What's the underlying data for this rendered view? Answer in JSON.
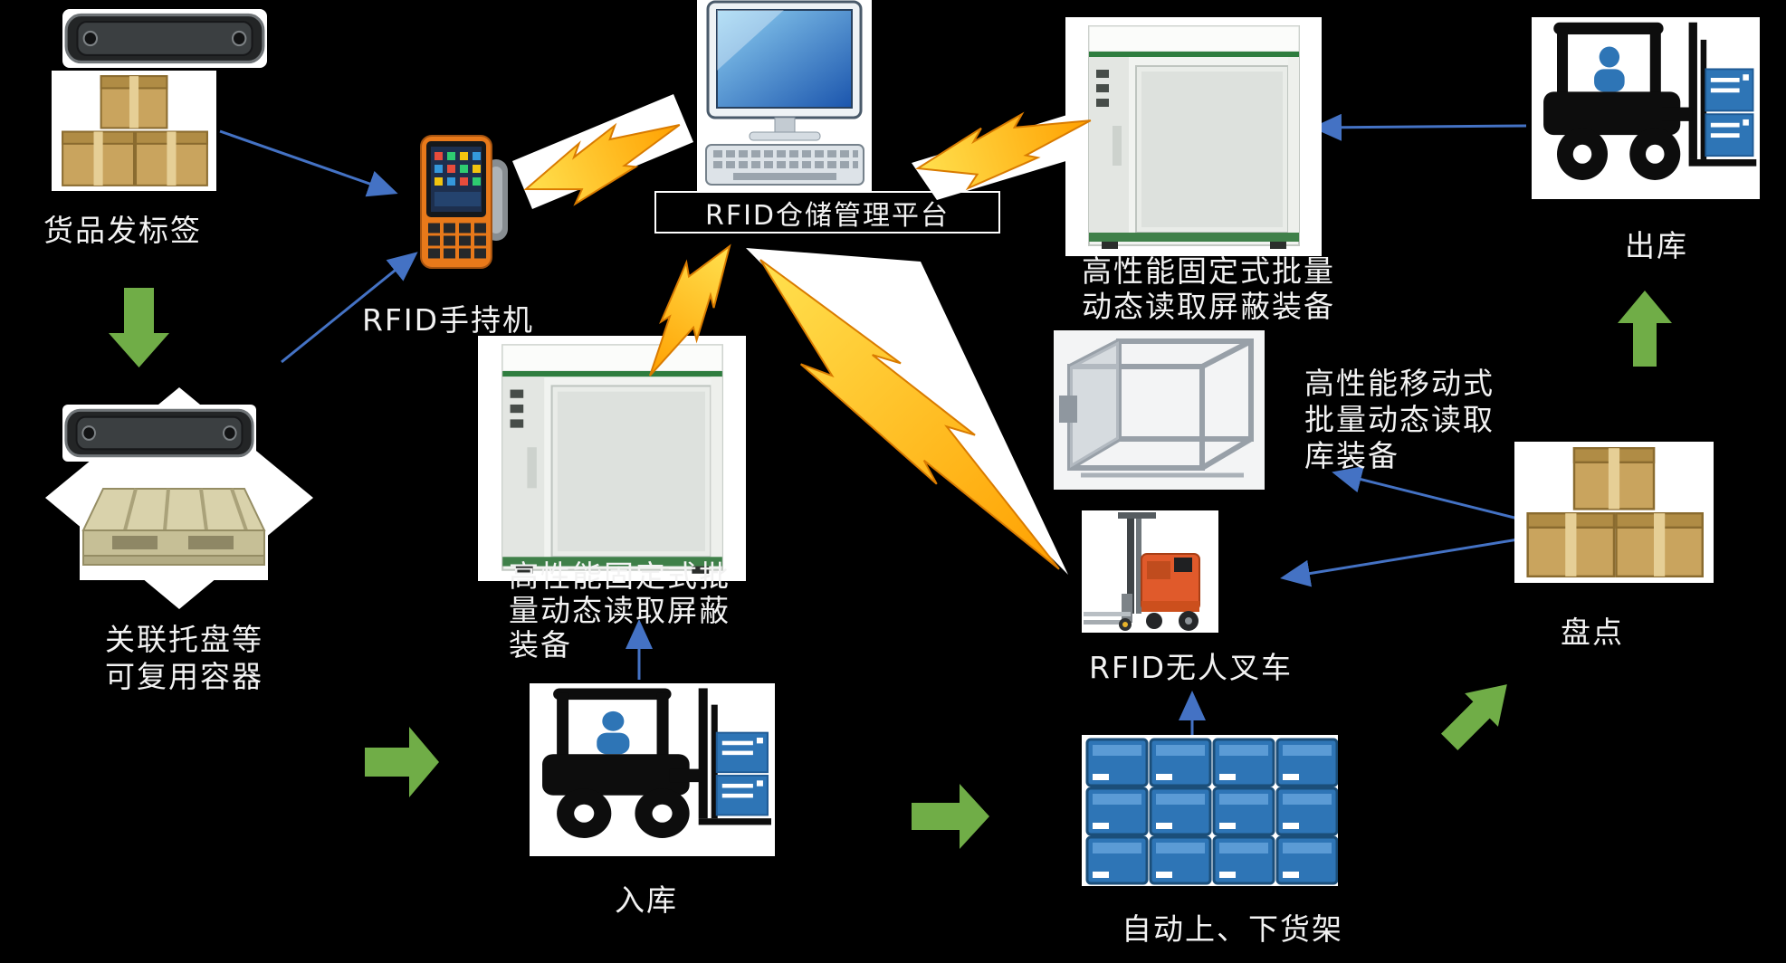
{
  "title": {
    "platform": "RFID仓储管理平台"
  },
  "labels": {
    "goods_tag": "货品发标签",
    "handheld": "RFID手持机",
    "reusable_l1": "关联托盘等",
    "reusable_l2": "可复用容器",
    "gate_right_l1": "高性能固定式批量",
    "gate_right_l2": "动态读取屏蔽装备",
    "outbound": "出库",
    "gate_center_l1": "高性能固定式批",
    "gate_center_l2": "量动态读取屏蔽",
    "gate_center_l3": "装备",
    "mobile_l1": "高性能移动式",
    "mobile_l2": "批量动态读取",
    "mobile_l3": "库装备",
    "agv": "RFID无人叉车",
    "inbound": "入库",
    "racking": "自动上、下货架",
    "stocktake": "盘点"
  },
  "colors": {
    "background": "#000000",
    "text": "#f2f2f2",
    "blue_arrow": "#4472c4",
    "green_arrow": "#70ad47",
    "lightning_yellow": "#ffdf4f",
    "lightning_orange": "#f59b00",
    "forklift_blue": "#2e75b6",
    "carton_tan": "#c9a45e",
    "gate_green": "#2f7d3f",
    "agv_orange": "#e05a2b"
  },
  "illustrations": {
    "top_left_tag": "rfid-tag",
    "goods_boxes": "carton-boxes",
    "diamond_tag": "rfid-tag",
    "diamond_pallet": "reusable-pallet",
    "handheld_terminal": "rfid-handheld-terminal",
    "platform_computer": "desktop-computer-with-keyboard",
    "gate_right": "fixed-batch-reading-gate",
    "gate_center": "fixed-batch-reading-gate",
    "mobile_frame": "mobile-reading-frame",
    "agv": "rfid-agv-forklift",
    "outbound_forklift": "forklift-with-blue-cargo",
    "inbound_forklift": "forklift-with-blue-cargo",
    "racking": "blue-storage-racks",
    "stocktake_boxes": "carton-boxes"
  }
}
